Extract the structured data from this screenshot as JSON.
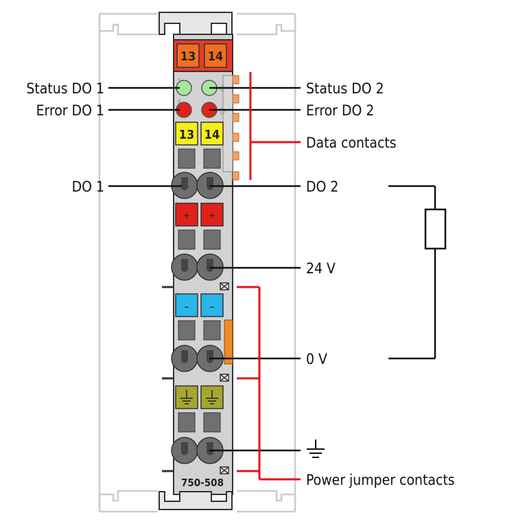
{
  "colors": {
    "module_red": "#e8392b",
    "led_green": "#a8e6a0",
    "led_red": "#e2201c",
    "yellow": "#f5ef17",
    "blue": "#29b6e8",
    "olive": "#a6a630",
    "orange_label": "#f07020",
    "orange_contact": "#f4a06a",
    "body_grey": "#cfcfcf",
    "terminal_grey": "#6e6e6e",
    "red_bracket": "#e4141c",
    "rail_grey": "#c8c8c8"
  },
  "module": {
    "top_labels": [
      "13",
      "14"
    ],
    "mid_labels": [
      "13",
      "14"
    ],
    "plus_sign": "+",
    "minus_sign": "–",
    "led_letters": [
      "A",
      "C",
      "B",
      "D"
    ],
    "part_number": "750-508"
  },
  "labels": {
    "status_do1": "Status DO 1",
    "error_do1": "Error DO 1",
    "do1": "DO 1",
    "status_do2": "Status DO 2",
    "error_do2": "Error DO 2",
    "data_contacts": "Data contacts",
    "do2": "DO 2",
    "v24": "24 V",
    "v0": "0 V",
    "ground_icon": "ground-symbol",
    "power_jumper_contacts": "Power jumper contacts"
  }
}
